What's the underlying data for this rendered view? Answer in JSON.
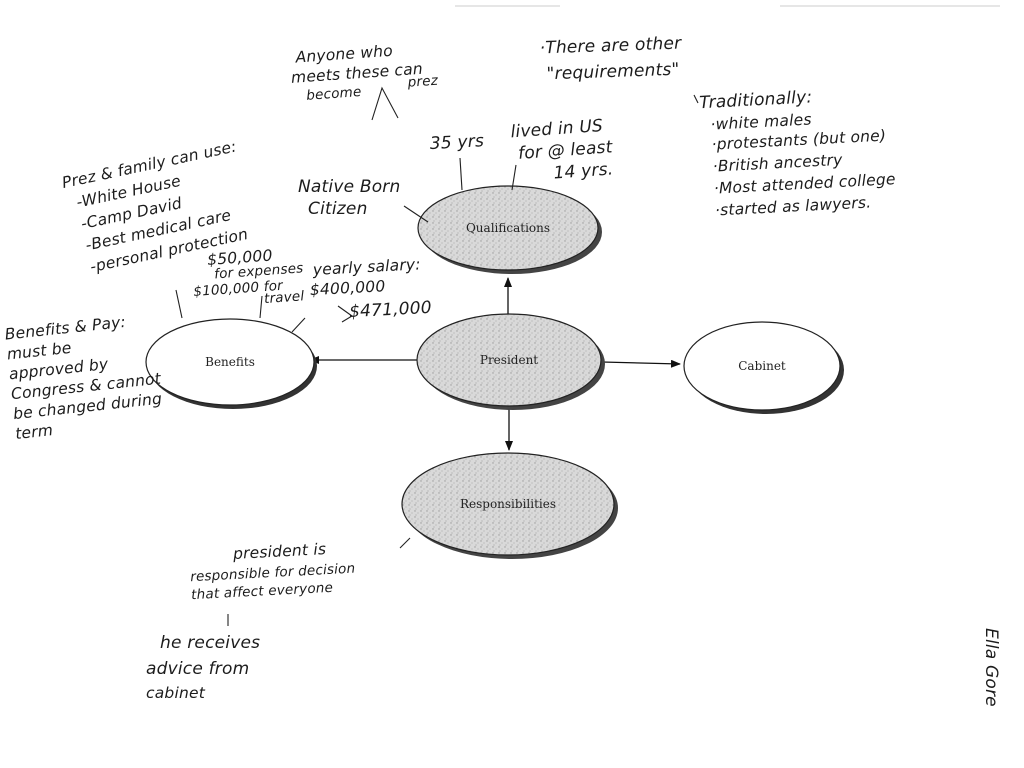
{
  "nodes": {
    "center": "President",
    "qualifications": "Qualifications",
    "benefits": "Benefits",
    "cabinet": "Cabinet",
    "responsibilities": "Responsibilities"
  },
  "notes": {
    "anyone": [
      "Anyone who",
      "meets these can",
      "become",
      "prez"
    ],
    "other_reqs": [
      "·There are other",
      "\"requirements\""
    ],
    "traditionally": [
      "Traditionally:",
      "·white males",
      "·protestants (but one)",
      "·British ancestry",
      "·Most attended college",
      "·started as lawyers."
    ],
    "age": "35 yrs",
    "residency": [
      "lived in US",
      "for @ least",
      "14 yrs."
    ],
    "native": [
      "Native Born",
      "Citizen"
    ],
    "prez_family": [
      "Prez & family can use:",
      "-White House",
      "-Camp David",
      "-Best medical care",
      "-personal protection"
    ],
    "expenses": [
      "$50,000",
      "for expenses",
      "$100,000 for",
      "travel"
    ],
    "salary": [
      "yearly salary:",
      "$400,000",
      "$471,000"
    ],
    "benefits_pay": [
      "Benefits & Pay:",
      "must be",
      "approved by",
      "Congress & cannot",
      "be changed during",
      "term"
    ],
    "responsible": [
      "president is",
      "responsible for decision",
      "that affect everyone"
    ],
    "advice": [
      "he receives",
      "advice from",
      "cabinet"
    ],
    "signature": "Ella Gore"
  }
}
